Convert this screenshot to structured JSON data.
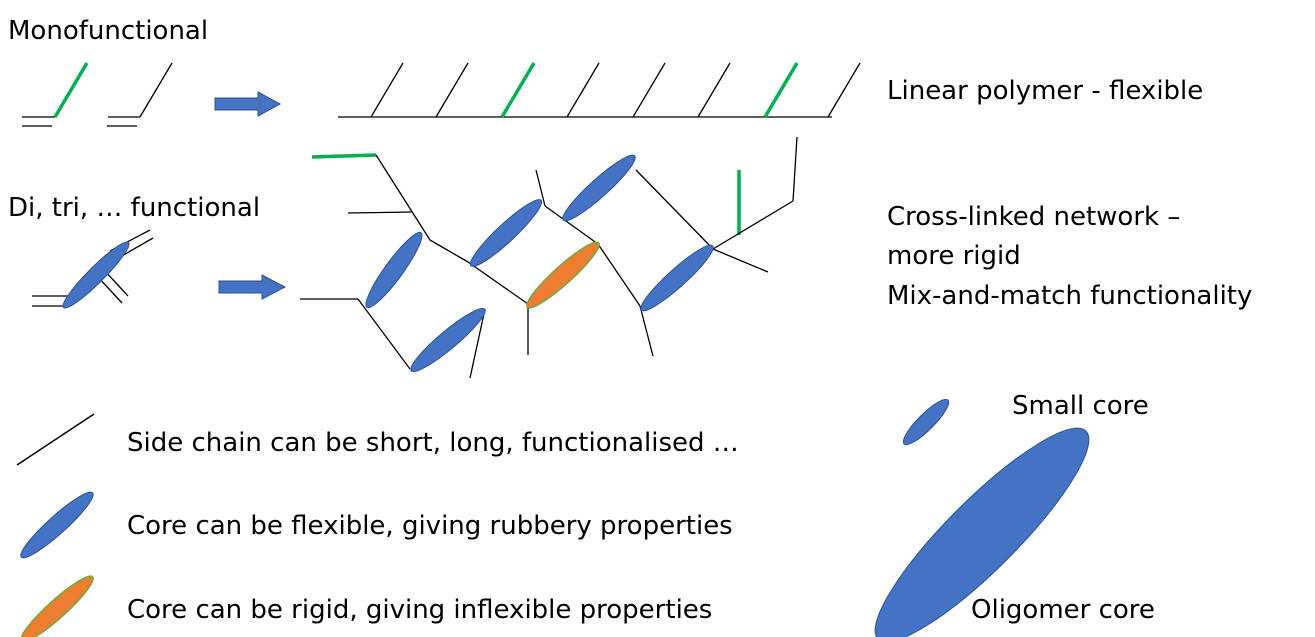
{
  "labels": {
    "monofunctional": "Monofunctional",
    "multifunctional": "Di, tri, … functional",
    "linear_polymer": "Linear polymer - flexible",
    "crosslinked_line1": "Cross-linked network –",
    "crosslinked_line2": "more rigid",
    "crosslinked_line3": "Mix-and-match functionality",
    "small_core": "Small core",
    "oligomer_core": "Oligomer core"
  },
  "legend": {
    "side_chain": "Side chain can be short, long, functionalised …",
    "flexible_core": "Core can be flexible, giving rubbery properties",
    "rigid_core": "Core can be rigid, giving inflexible properties"
  },
  "colors": {
    "line": "#000000",
    "functional_line": "#00b050",
    "core_blue": "#4472c4",
    "core_blue_edge": "#2f528f",
    "core_orange": "#ed7d31",
    "arrow": "#4472c4"
  }
}
